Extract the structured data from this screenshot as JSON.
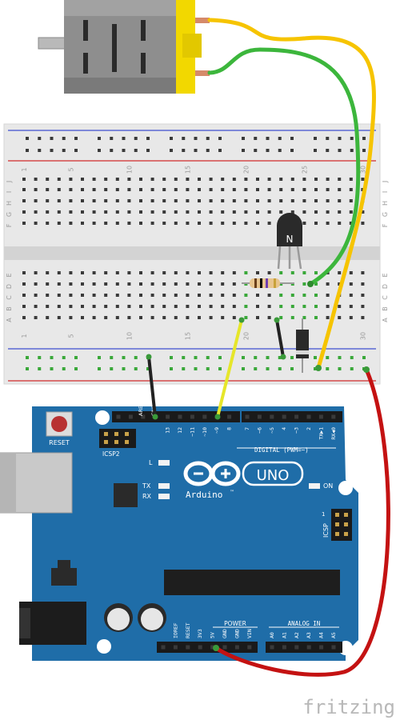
{
  "motor": {
    "name": "DC motor"
  },
  "breadboard": {
    "row_letters_top": [
      "J",
      "I",
      "H",
      "G",
      "F"
    ],
    "row_letters_bottom": [
      "E",
      "D",
      "C",
      "B",
      "A"
    ],
    "column_numbers": [
      "1",
      "5",
      "10",
      "15",
      "20",
      "25",
      "30"
    ]
  },
  "transistor": {
    "label": "N"
  },
  "arduino": {
    "reset_label": "RESET",
    "icsp2_label": "ICSP2",
    "aref_label": "AREF",
    "gnd_label": "GND",
    "digital_pins": [
      "13",
      "12",
      "~11",
      "~10",
      "~9",
      "8",
      "7",
      "~6",
      "~5",
      "4",
      "~3",
      "2",
      "TX▶1",
      "RX◀0"
    ],
    "digital_title": "DIGITAL (PWM=~)",
    "led_l": "L",
    "led_tx": "TX",
    "led_rx": "RX",
    "logo_text": "Arduino",
    "trademark": "™",
    "uno_label": "UNO",
    "on_label": "ON",
    "icsp_label": "ICSP",
    "icsp_pin1": "1",
    "power_title": "POWER",
    "power_pins": [
      "IOREF",
      "RESET",
      "3V3",
      "5V",
      "GND",
      "GND",
      "VIN"
    ],
    "analog_title": "ANALOG IN",
    "analog_pins": [
      "A0",
      "A1",
      "A2",
      "A3",
      "A4",
      "A5"
    ]
  },
  "watermark": "fritzing",
  "colors": {
    "board_blue": "#1f6da8",
    "wire_yellow": "#f6c400",
    "wire_green": "#3cb63c",
    "wire_red": "#c41212",
    "wire_black": "#222222",
    "wire_lightyellow": "#e6e62a"
  }
}
